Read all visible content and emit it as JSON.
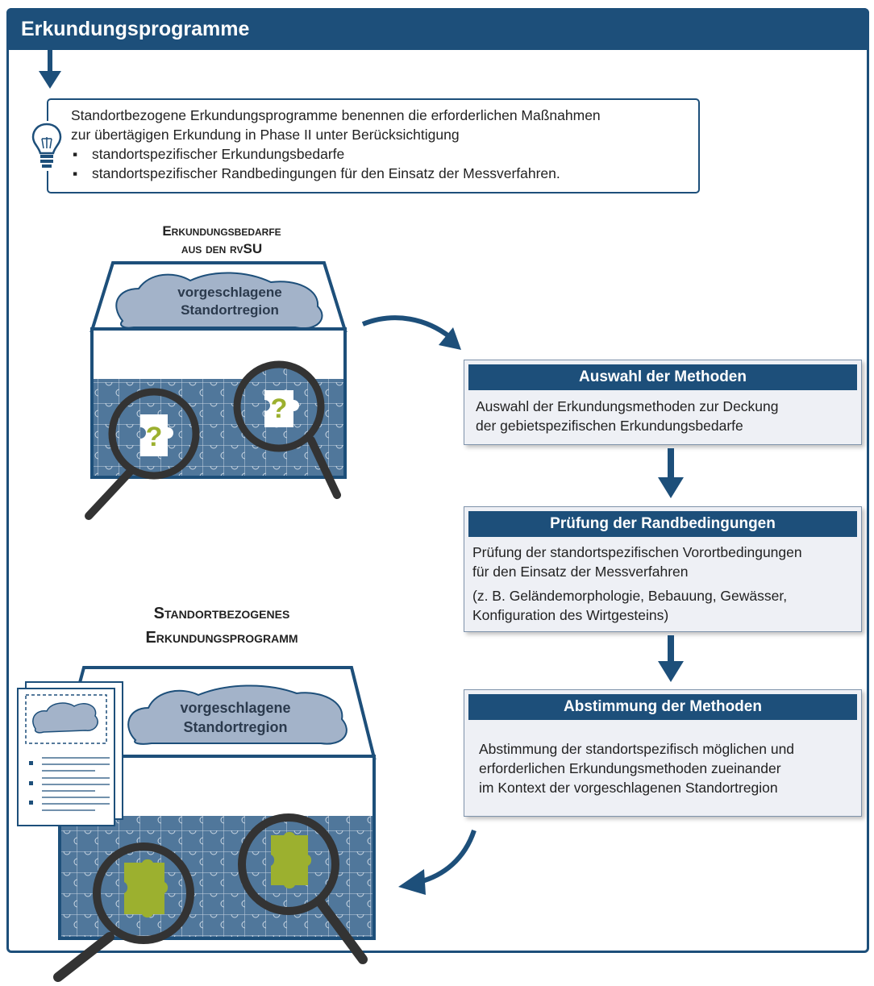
{
  "header": {
    "title": "Erkundungsprogramme"
  },
  "info": {
    "line1": "Standortbezogene Erkundungsprogramme benennen die erforderlichen Maßnahmen",
    "line2": "zur übertägigen Erkundung in Phase II unter Berücksichtigung",
    "bullets": [
      "standortspezifischer Erkundungsbedarfe",
      "standortspezifischer Randbedingungen für den Einsatz der Messverfahren."
    ],
    "icon": "lightbulb-icon"
  },
  "top_block": {
    "label_line1": "Erkundungsbedarfe",
    "label_line2": "aus den rvSU",
    "region_line1": "vorgeschlagene",
    "region_line2": "Standortregion"
  },
  "bottom_block": {
    "label_line1": "Standortbezogenes",
    "label_line2": "Erkundungsprogramm",
    "region_line1": "vorgeschlagene",
    "region_line2": "Standortregion"
  },
  "steps": [
    {
      "title": "Auswahl der Methoden",
      "body": [
        "Auswahl der Erkundungsmethoden zur Deckung",
        "der gebietspezifischen Erkundungsbedarfe"
      ]
    },
    {
      "title": "Prüfung der Randbedingungen",
      "body": [
        "Prüfung der standortspezifischen Vorortbedingungen",
        "für den Einsatz der Messverfahren"
      ],
      "note": [
        "(z. B. Geländemorphologie, Bebauung, Gewässer,",
        "Konfiguration des Wirtgesteins)"
      ]
    },
    {
      "title": "Abstimmung der Methoden",
      "body": [
        "Abstimmung der standortspezifisch möglichen und",
        "erforderlichen Erkundungsmethoden zueinander",
        "im Kontext der vorgeschlagenen Standortregion"
      ]
    }
  ],
  "colors": {
    "primary": "#1d4f7a",
    "puzzle": "#50779b",
    "region": "#a3b3c9",
    "accent": "#9cb02f",
    "step_bg": "#eef0f5"
  }
}
